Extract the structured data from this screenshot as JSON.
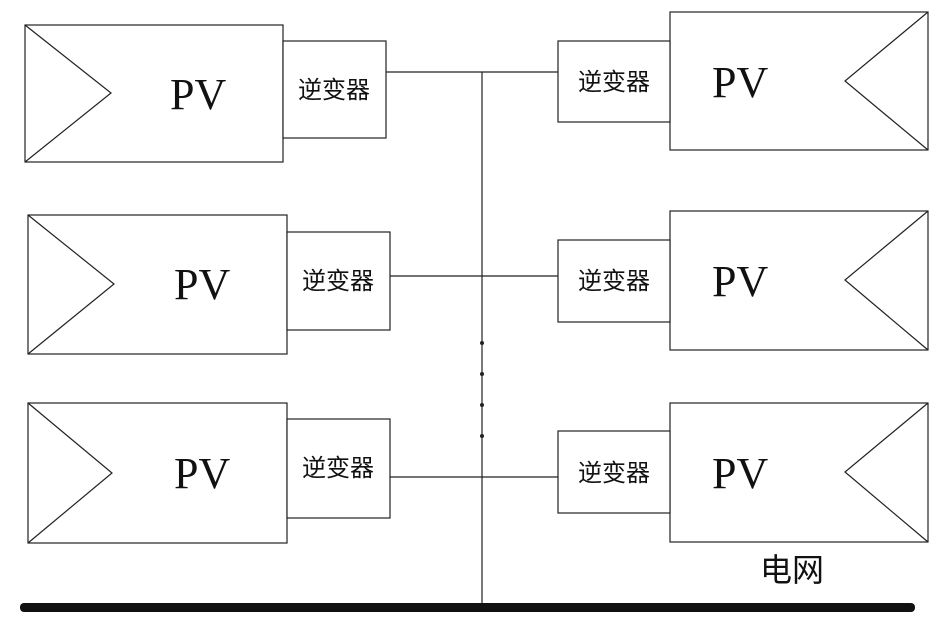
{
  "diagram": {
    "pv_label": "PV",
    "inverter_label": "逆变器",
    "grid_label": "电网",
    "left_units": [
      {
        "pv": "PV",
        "inverter": "逆变器"
      },
      {
        "pv": "PV",
        "inverter": "逆变器"
      },
      {
        "pv": "PV",
        "inverter": "逆变器"
      }
    ],
    "right_units": [
      {
        "pv": "PV",
        "inverter": "逆变器"
      },
      {
        "pv": "PV",
        "inverter": "逆变器"
      },
      {
        "pv": "PV",
        "inverter": "逆变器"
      }
    ],
    "colors": {
      "line": "#222222",
      "bus": "#111111",
      "background": "#ffffff"
    }
  }
}
